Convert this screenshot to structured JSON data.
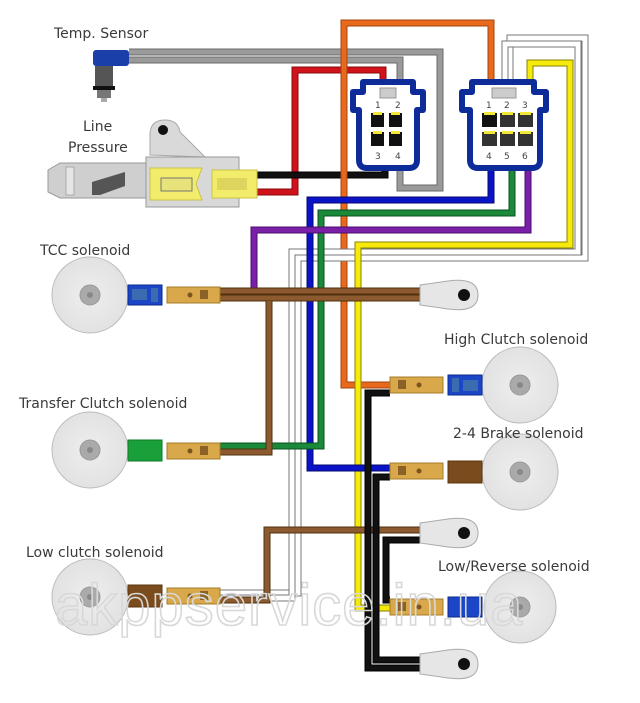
{
  "title": "Transmission solenoid wiring diagram",
  "labels": {
    "temp_sensor": "Temp. Sensor",
    "line_pressure_1": "Line",
    "line_pressure_2": "Pressure",
    "tcc": "TCC solenoid",
    "transfer_clutch": "Transfer Clutch solenoid",
    "low_clutch": "Low clutch solenoid",
    "high_clutch": "High Clutch solenoid",
    "brake_2_4": "2-4 Brake solenoid",
    "low_reverse": "Low/Reverse solenoid"
  },
  "connectors": {
    "four_pin": {
      "pins": [
        "1",
        "2",
        "3",
        "4"
      ]
    },
    "six_pin": {
      "pins": [
        "1",
        "2",
        "3",
        "4",
        "5",
        "6"
      ]
    }
  },
  "wire_colors": {
    "orange": "#e8691c",
    "gray": "#8a8a8a",
    "red": "#d0121b",
    "black": "#111111",
    "blue": "#0a13c8",
    "green": "#1a8a3a",
    "purple": "#7a1fa8",
    "yellow": "#f5ea0c",
    "white": "#ffffff",
    "brown": "#8c5a2e"
  },
  "connector_color": "#0d2c9a",
  "watermark": "akppservice.in.ua"
}
